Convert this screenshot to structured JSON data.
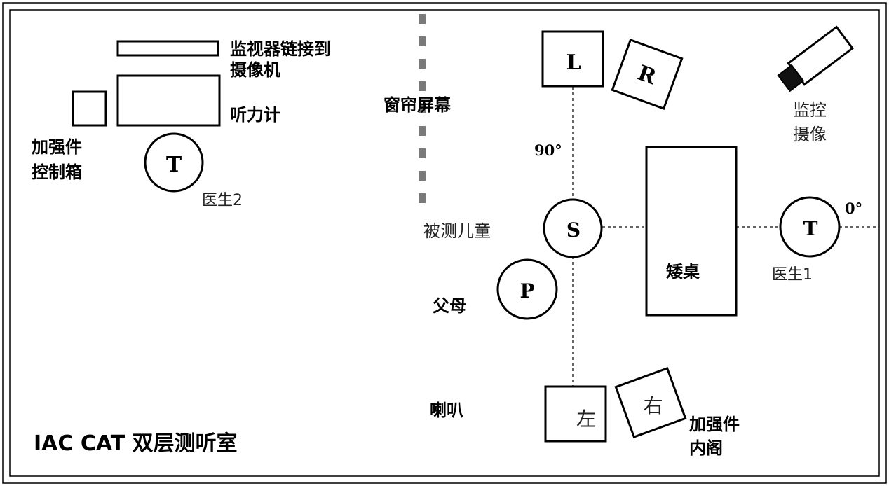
{
  "title": "IAC CAT 双层测听室",
  "monitor_label": [
    "监视器链接到",
    "摄像机"
  ],
  "audiometer_label": "听力计",
  "booster_control_label": [
    "加强件",
    "控制箱"
  ],
  "tester2_letter": "T",
  "tester2_label": "医生2",
  "curtain_label": "窗帘屏幕",
  "speaker_left_letter": "L",
  "speaker_right_letter": "R",
  "camera_label": [
    "监控",
    "摄像"
  ],
  "angle_90": "90°",
  "angle_0": "0°",
  "child_letter": "S",
  "child_label": "被测儿童",
  "table_label": "矮桌",
  "tester1_letter": "T",
  "tester1_label": "医生1",
  "parent_letter": "P",
  "parent_label": "父母",
  "speaker_label": "喇叭",
  "inner_left": "左",
  "inner_right": "右",
  "inner_booster_label": [
    "加强件",
    "内阁"
  ]
}
